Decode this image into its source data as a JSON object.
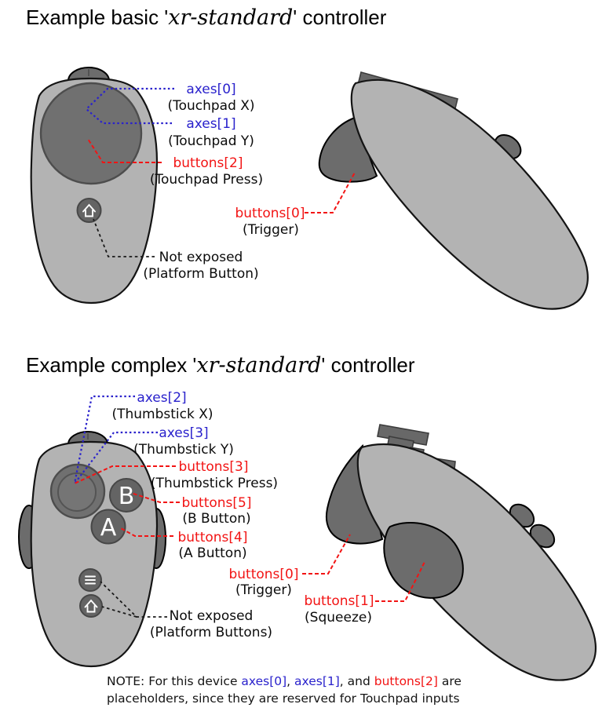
{
  "colors": {
    "axes_blue": "#2a22cc",
    "buttons_red": "#f21414",
    "body_gray": "#b3b3b3",
    "dark_gray": "#6c6c6c"
  },
  "basic": {
    "title": {
      "prefix": "Example basic '",
      "emphasis": "xr-standard",
      "suffix": "' controller"
    },
    "labels": {
      "axes0": {
        "main": "axes[0]",
        "sub": "(Touchpad X)"
      },
      "axes1": {
        "main": "axes[1]",
        "sub": "(Touchpad Y)"
      },
      "buttons2": {
        "main": "buttons[2]",
        "sub": "(Touchpad Press)"
      },
      "not_exposed": {
        "main": "Not exposed",
        "sub": "(Platform Button)"
      },
      "buttons0": {
        "main": "buttons[0]",
        "sub": "(Trigger)"
      }
    }
  },
  "complex": {
    "title": {
      "prefix": "Example complex '",
      "emphasis": "xr-standard",
      "suffix": "' controller"
    },
    "labels": {
      "axes2": {
        "main": "axes[2]",
        "sub": "(Thumbstick X)"
      },
      "axes3": {
        "main": "axes[3]",
        "sub": "(Thumbstick Y)"
      },
      "buttons3": {
        "main": "buttons[3]",
        "sub": "(Thumbstick Press)"
      },
      "buttons5": {
        "main": "buttons[5]",
        "sub": "(B Button)"
      },
      "buttons4": {
        "main": "buttons[4]",
        "sub": "(A Button)"
      },
      "buttons0": {
        "main": "buttons[0]",
        "sub": "(Trigger)"
      },
      "not_exposed": {
        "main": "Not exposed",
        "sub": "(Platform Buttons)"
      },
      "buttons1": {
        "main": "buttons[1]",
        "sub": "(Squeeze)"
      }
    },
    "button_glyphs": {
      "b": "B",
      "a": "A"
    }
  },
  "note": {
    "line1": [
      {
        "text": "NOTE: For this device ",
        "kind": "plain"
      },
      {
        "text": "axes[0]",
        "kind": "axes"
      },
      {
        "text": ", ",
        "kind": "plain"
      },
      {
        "text": "axes[1]",
        "kind": "axes"
      },
      {
        "text": ", and ",
        "kind": "plain"
      },
      {
        "text": "buttons[2]",
        "kind": "buttons"
      },
      {
        "text": " are",
        "kind": "plain"
      }
    ],
    "line2": "placeholders, since they are reserved for Touchpad inputs"
  }
}
